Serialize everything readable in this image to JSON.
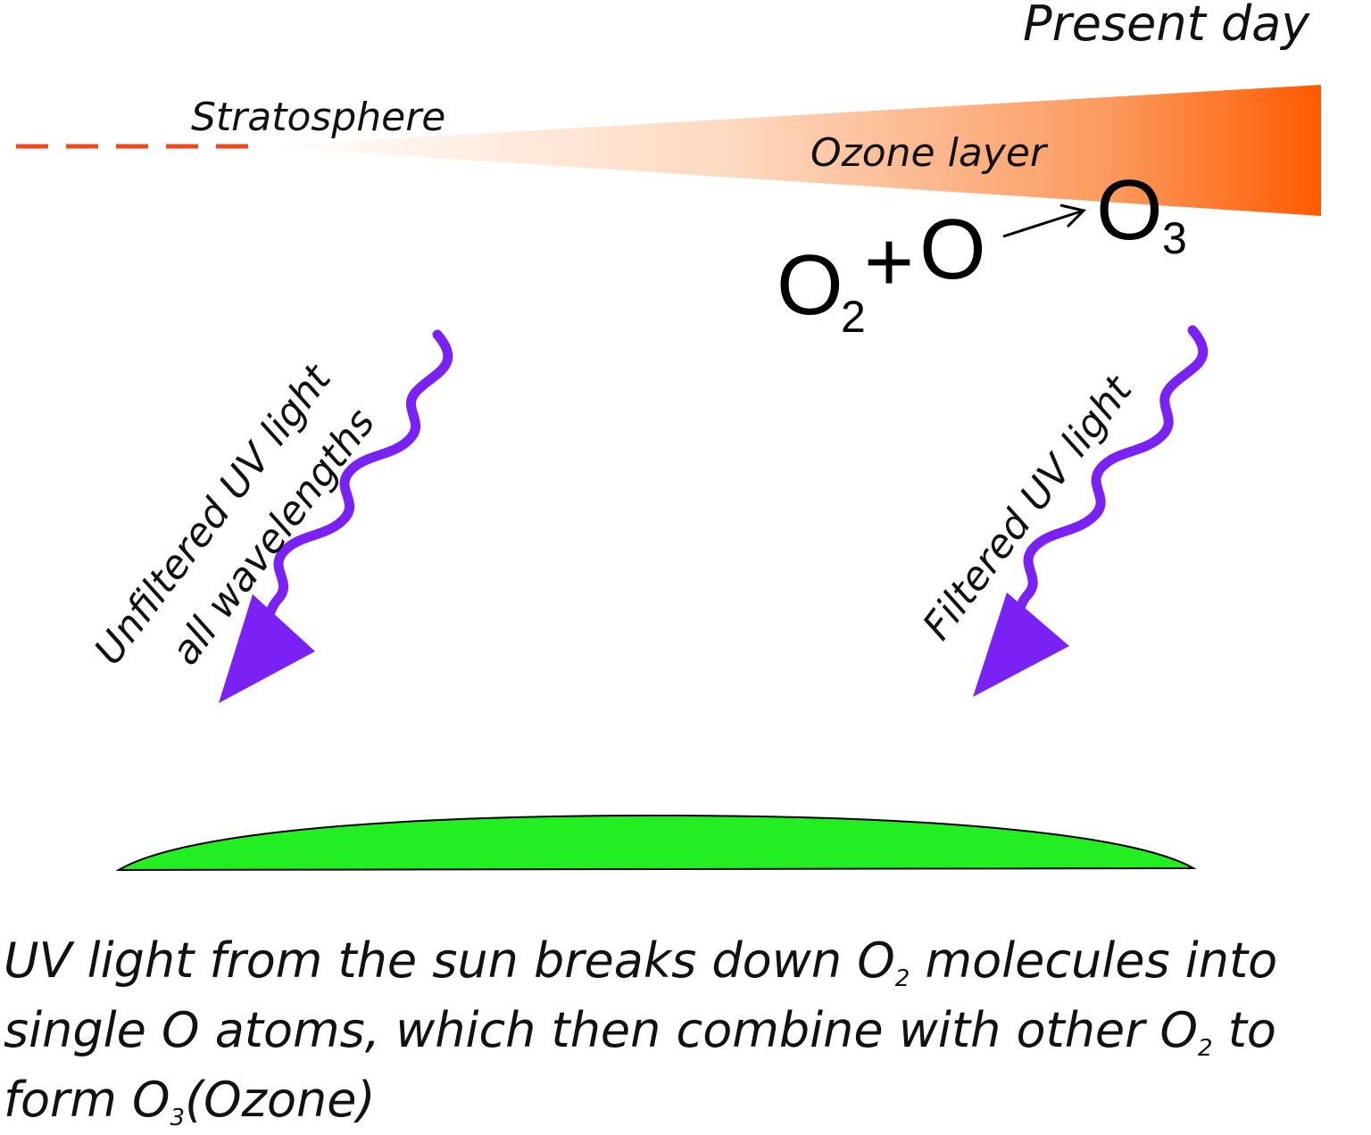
{
  "labels": {
    "present_day": "Present day",
    "stratosphere": "Stratosphere",
    "ozone_layer": "Ozone layer",
    "unfiltered_line1": "Unfiltered UV light",
    "unfiltered_line2": "all wavelengths",
    "filtered": "Filtered UV light"
  },
  "reaction": {
    "reactant1": "O",
    "reactant1_sub": "2",
    "plus": "+",
    "reactant2": "O",
    "product": "O",
    "product_sub": "3"
  },
  "caption": {
    "line1_a": "UV light from the sun breaks down O",
    "line1_sub": "2",
    "line1_b": " molecules into",
    "line2_a": "single O atoms, which then combine with other O",
    "line2_sub": "2",
    "line2_b": " to",
    "line3_a": "form O",
    "line3_sub": "3",
    "line3_b": "(Ozone)"
  },
  "colors": {
    "ozone_dark": "#ff5a00",
    "stratosphere_dash": "#ee4a1c",
    "uv_wave": "#7a22f5",
    "ground": "#22ee22"
  }
}
